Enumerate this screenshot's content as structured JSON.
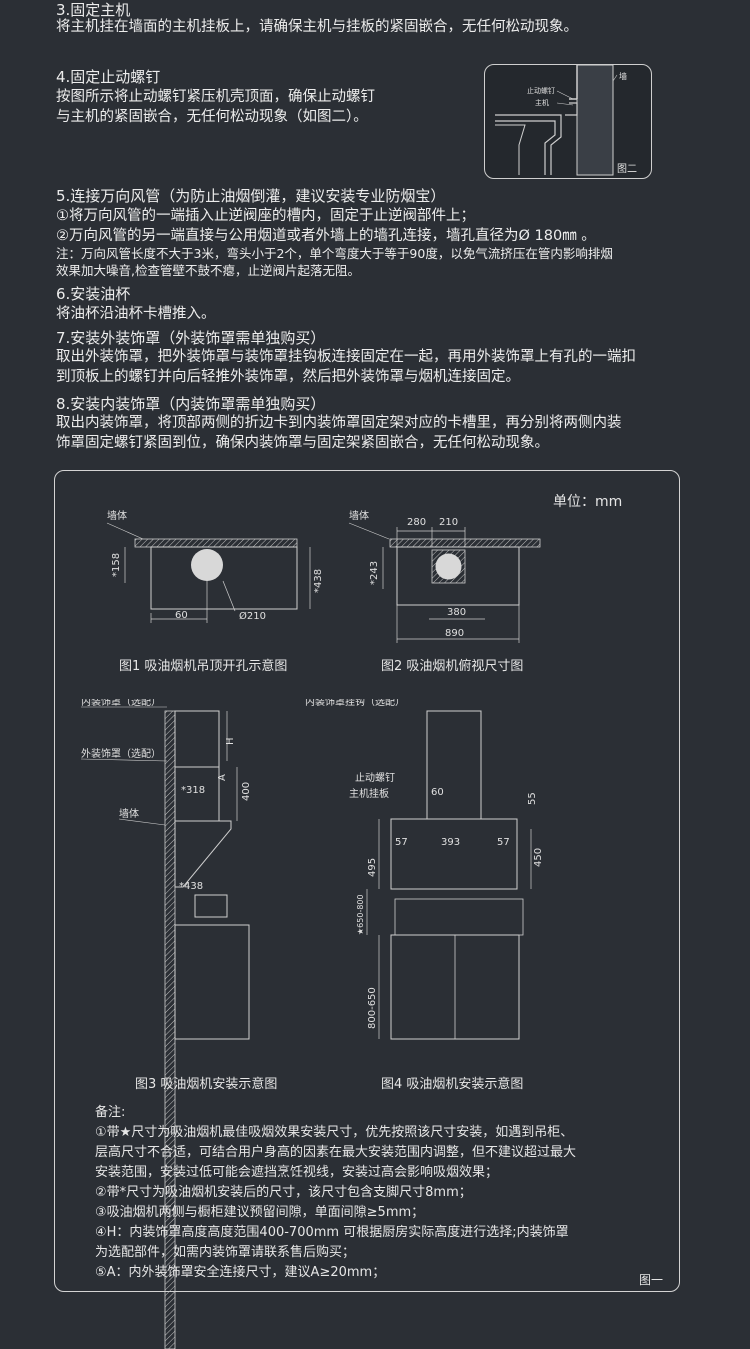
{
  "steps": {
    "s3_title": "3.固定主机",
    "s3_line1": "将主机挂在墙面的主机挂板上，请确保主机与挂板的紧固嵌合，无任何松动现象。",
    "s4_title": "4.固定止动螺钉",
    "s4_line1": "按图所示将止动螺钉紧压机壳顶面，确保止动螺钉",
    "s4_line2": "与主机的紧固嵌合，无任何松动现象（如图二）。",
    "s5_title": "5.连接万向风管（为防止油烟倒灌，建议安装专业防烟宝）",
    "s5_line1": "①将万向风管的一端插入止逆阀座的槽内，固定于止逆阀部件上；",
    "s5_line2": "②万向风管的另一端直接与公用烟道或者外墙上的墙孔连接，墙孔直径为Ø 180㎜ 。",
    "s5_note1": "注：万向风管长度不大于3米，弯头小于2个，单个弯度大于等于90度，以免气流挤压在管内影响排烟",
    "s5_note2": "效果加大噪音,检查管壁不鼓不瘪，止逆阀片起落无阻。",
    "s6_title": "6.安装油杯",
    "s6_line1": "将油杯沿油杯卡槽推入。",
    "s7_title": "7.安装外装饰罩（外装饰罩需单独购买）",
    "s7_line1": "取出外装饰罩，把外装饰罩与装饰罩挂钩板连接固定在一起，再用外装饰罩上有孔的一端扣",
    "s7_line2": "到顶板上的螺钉并向后轻推外装饰罩，然后把外装饰罩与烟机连接固定。",
    "s8_title": "8.安装内装饰罩（内装饰罩需单独购买）",
    "s8_line1": "取出内装饰罩，将顶部两侧的折边卡到内装饰罩固定架对应的卡槽里，再分别将两侧内装",
    "s8_line2": "饰罩固定螺钉紧固到位，确保内装饰罩与固定架紧固嵌合，无任何松动现象。"
  },
  "inset": {
    "label_wall": "墙",
    "label_screw": "止动螺钉",
    "label_host": "主机",
    "caption": "图二"
  },
  "panel": {
    "unit": "单位：mm",
    "fig1": {
      "wall": "墙体",
      "d158": "*158",
      "d438": "*438",
      "d60": "60",
      "d210": "Ø210",
      "caption": "图1 吸油烟机吊顶开孔示意图"
    },
    "fig2": {
      "wall": "墙体",
      "d280": "280",
      "d210": "210",
      "d243": "*243",
      "d380": "380",
      "d890": "890",
      "caption": "图2 吸油烟机俯视尺寸图"
    },
    "fig3": {
      "inner": "内装饰罩（选配）",
      "outer": "外装饰罩（选配）",
      "wall": "墙体",
      "H": "H",
      "A": "A",
      "d400": "400",
      "d318": "*318",
      "d438": "*438",
      "caption": "图3 吸油烟机安装示意图"
    },
    "fig4": {
      "hook": "内装饰罩挂钩（选配）",
      "screw": "止动螺钉",
      "plate": "主机挂板",
      "d60": "60",
      "d55": "55",
      "d57a": "57",
      "d393": "393",
      "d57b": "57",
      "d495": "495",
      "d450": "450",
      "d_range": "★650-800",
      "d800": "800-650",
      "caption": "图4 吸油烟机安装示意图"
    },
    "notes": {
      "title": "备注:",
      "n1a": "①带★尺寸为吸油烟机最佳吸烟效果安装尺寸，优先按照该尺寸安装，如遇到吊柜、",
      "n1b": "层高尺寸不合适，可结合用户身高的因素在最大安装范围内调整，但不建议超过最大",
      "n1c": "安装范围，安装过低可能会遮挡烹饪视线，安装过高会影响吸烟效果；",
      "n2": "②带*尺寸为吸油烟机安装后的尺寸，该尺寸包含支脚尺寸8mm；",
      "n3": "③吸油烟机两侧与橱柜建议预留间隙，单面间隙≥5mm；",
      "n4a": "④H：内装饰罩高度高度范围400-700mm 可根据厨房实际高度进行选择;内装饰罩",
      "n4b": "为选配部件，如需内装饰罩请联系售后购买；",
      "n5": "⑤A：内外装饰罩安全连接尺寸，建议A≥20mm；"
    },
    "figure_id": "图一"
  }
}
